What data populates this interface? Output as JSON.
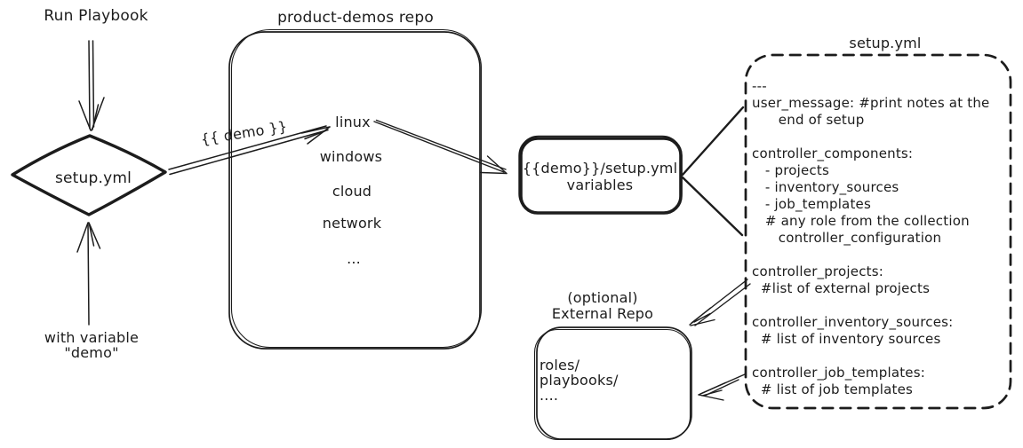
{
  "colors": {
    "ink": "#1c1c1c",
    "background": "#ffffff"
  },
  "playbook_flow": {
    "run_label": "Run Playbook",
    "diamond_label": "setup.yml",
    "variable_note": "with variable\n\"demo\""
  },
  "demo_arrow_label": "{{ demo }}",
  "product_demos_repo": {
    "title": "product-demos repo",
    "items": [
      "linux",
      "windows",
      "cloud",
      "network",
      "..."
    ]
  },
  "variables_box": {
    "label": "{{demo}}/setup.yml\nvariables"
  },
  "setup_yml_file": {
    "title": "setup.yml",
    "content": "---\nuser_message: #print notes at the\n      end of setup\n\ncontroller_components:\n   - projects\n   - inventory_sources\n   - job_templates\n   # any role from the collection\n      controller_configuration\n\ncontroller_projects:\n  #list of external projects\n\ncontroller_inventory_sources:\n  # list of inventory sources\n\ncontroller_job_templates:\n  # list of job templates"
  },
  "external_repo": {
    "label": "(optional)\nExternal Repo",
    "content": "roles/\nplaybooks/\n...."
  }
}
